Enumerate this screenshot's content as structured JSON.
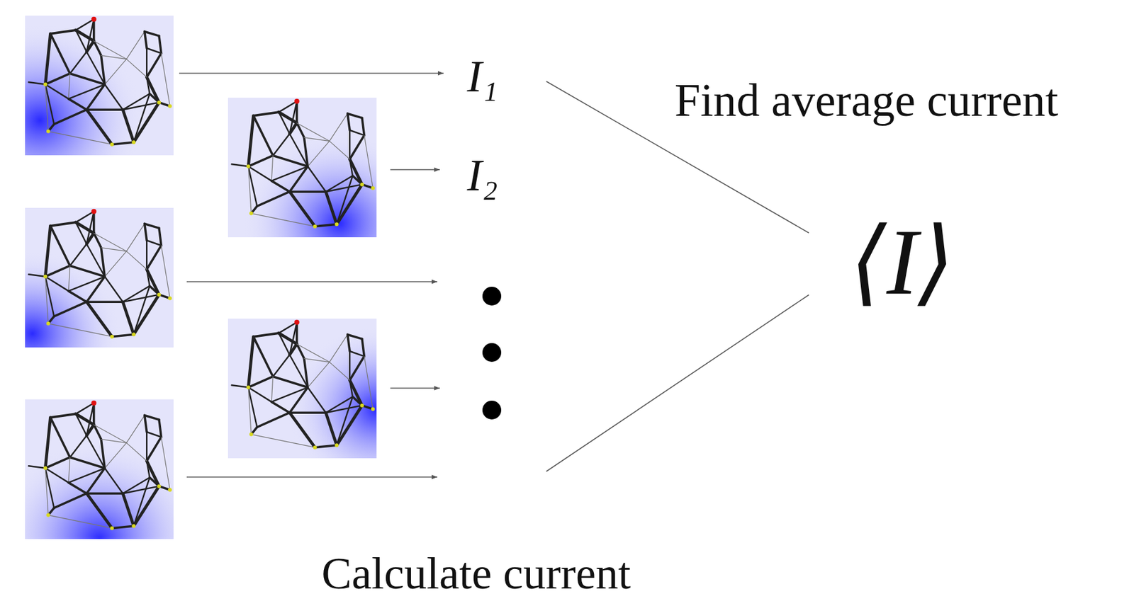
{
  "diagram": {
    "labels": [
      "I₁",
      "I₂",
      "Find average current",
      "⟨I⟩",
      "Calculate current"
    ]
  }
}
